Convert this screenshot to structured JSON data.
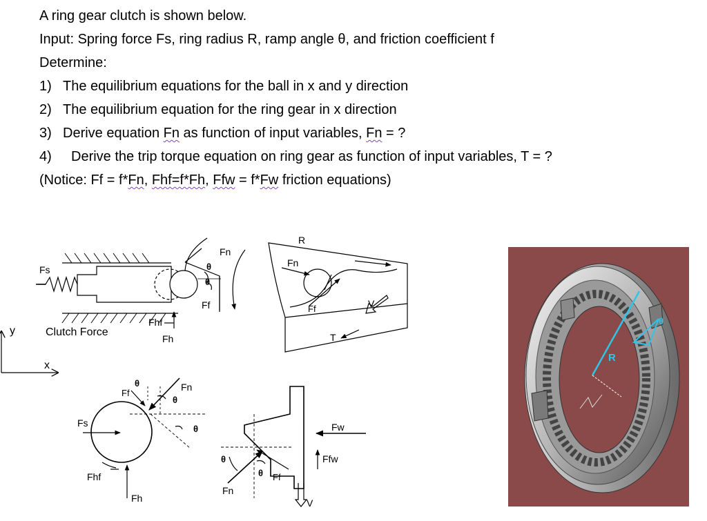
{
  "problem": {
    "intro": "A ring gear clutch is shown below.",
    "input_line": "Input: Spring force Fs, ring radius R, ramp angle θ, and friction coefficient f",
    "determine": "Determine:",
    "items": [
      {
        "num": "1)",
        "text": "The equilibrium equations for the ball in x and y direction"
      },
      {
        "num": "2)",
        "text": "The equilibrium equation for the ring gear in x direction"
      },
      {
        "num": "3)",
        "text_a": "Derive equation ",
        "text_b": "Fn",
        "text_c": " as function of input variables, ",
        "text_d": "Fn",
        "text_e": " = ?"
      },
      {
        "num": "4)",
        "text": "Derive the trip torque equation on ring gear as function of input variables, T = ?"
      }
    ],
    "notice": {
      "a": "(Notice: Ff = f*",
      "b": "Fn",
      "c": ", ",
      "d": "Fhf=f*Fh",
      "e": ", ",
      "f": "Ffw",
      "g": " = f*",
      "h": "Fw",
      "i": "  friction equations)"
    }
  },
  "diagram_labels": {
    "fs": "Fs",
    "clutch_force": "Clutch Force",
    "fhf": "Fhf",
    "fh": "Fh",
    "fn": "Fn",
    "ff": "Ff",
    "theta": "θ",
    "r": "R",
    "t": "T",
    "v": "V",
    "y": "y",
    "x": "x",
    "fw": "Fw",
    "ffw": "Ffw"
  },
  "colors": {
    "photo_bg": "#8a4a49",
    "cyan": "#2fc4e8"
  }
}
